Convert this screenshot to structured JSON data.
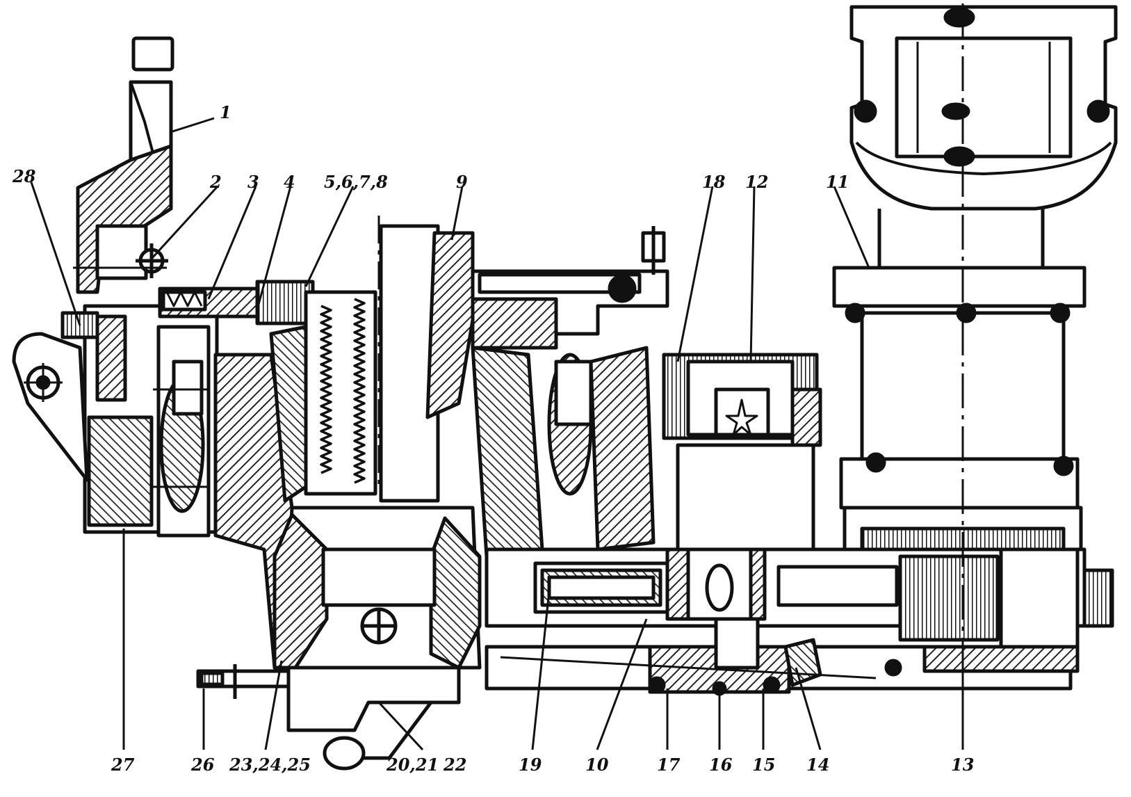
{
  "labels": {
    "l1": "1",
    "l2": "2",
    "l3": "3",
    "l4": "4",
    "l5678": "5,6,7,8",
    "l9": "9",
    "l10": "10",
    "l11": "11",
    "l12": "12",
    "l13": "13",
    "l14": "14",
    "l15": "15",
    "l16": "16",
    "l17": "17",
    "l18": "18",
    "l19": "19",
    "l202122_a": "20,21",
    "l202122_b": "22",
    "l232425": "23,24,25",
    "l26": "26",
    "l27": "27",
    "l28": "28"
  },
  "colors": {
    "ink": "#111111",
    "paper": "#ffffff",
    "hatch": "#222222"
  }
}
